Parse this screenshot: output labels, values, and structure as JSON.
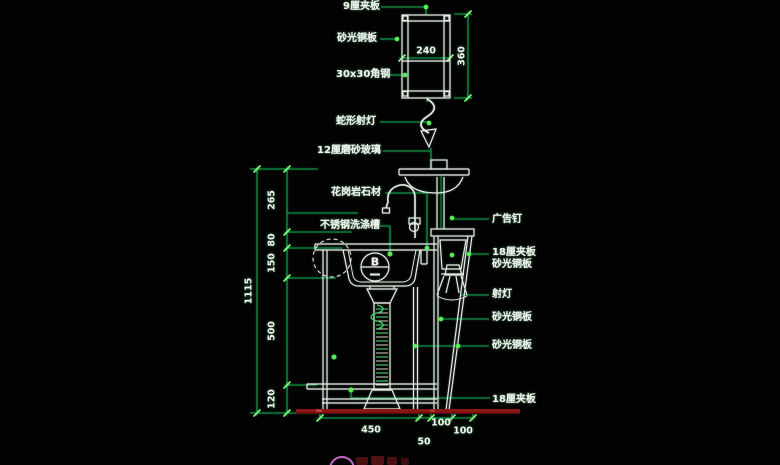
{
  "callouts": {
    "left": [
      "9厘夹板",
      "砂光铜板",
      "30x30角钢",
      "蛇形射灯",
      "12厘磨砂玻璃",
      "花岗岩石材",
      "不锈钢洗涤槽"
    ],
    "right": [
      "广告钉",
      "18厘夹板",
      "砂光铜板",
      "射灯",
      "砂光铜板",
      "砂光铜板",
      "18厘夹板"
    ]
  },
  "dimensions": {
    "box_width": "240",
    "box_height": "360",
    "left_chain": [
      "265",
      "80",
      "150",
      "500",
      "120"
    ],
    "overall_height": "1115",
    "bottom_chain": [
      "450",
      "50",
      "100",
      "100"
    ],
    "section_mark": "B"
  },
  "colors": {
    "background": "#010201",
    "dimension_green": "#0da14f",
    "bright_green": "#57ef57",
    "object_white": "#e6ebe6",
    "ground_red": "#8c1515",
    "watermark_magenta": "#c869c8"
  }
}
